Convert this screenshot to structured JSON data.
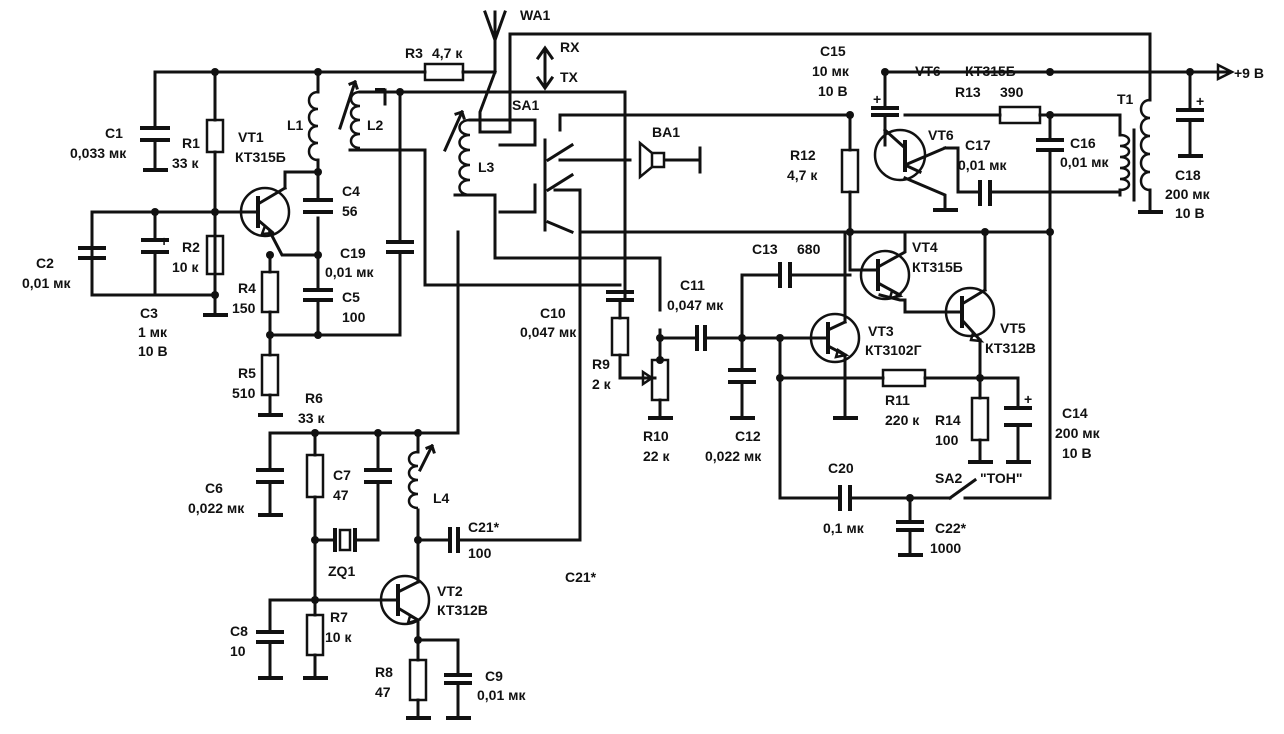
{
  "components": {
    "wa1": "WA1",
    "rx": "RX",
    "tx": "TX",
    "plus9v": "+9 В",
    "r3": "R3",
    "r3v": "4,7 к",
    "c1": "C1",
    "c1v": "0,033 мк",
    "r1": "R1",
    "r1v": "33 к",
    "vt1": "VT1",
    "vt1v": "КТ315Б",
    "l1": "L1",
    "l2": "L2",
    "l3": "L3",
    "c4": "C4",
    "c4v": "56",
    "c2": "C2",
    "c2v": "0,01 мк",
    "r2": "R2",
    "r2v": "10 к",
    "c3": "C3",
    "c3v": "1 мк",
    "c3v2": "10 В",
    "r4": "R4",
    "r4v": "150",
    "c19": "C19",
    "c19v": "0,01 мк",
    "c5": "C5",
    "c5v": "100",
    "r5": "R5",
    "r5v": "510",
    "r6": "R6",
    "r6v": "33 к",
    "c6": "C6",
    "c6v": "0,022 мк",
    "c7": "C7",
    "c7v": "47",
    "l4": "L4",
    "zq1": "ZQ1",
    "c21a": "C21*",
    "c21v": "100",
    "c21b": "C21*",
    "vt2": "VT2",
    "vt2v": "КТ312В",
    "c8": "C8",
    "c8v": "10",
    "r7": "R7",
    "r7v": "10 к",
    "r8": "R8",
    "r8v": "47",
    "c9": "C9",
    "c9v": "0,01 мк",
    "sa1": "SA1",
    "ba1": "BA1",
    "c10": "C10",
    "c10v": "0,047 мк",
    "r9": "R9",
    "r9v": "2 к",
    "r10": "R10",
    "r10v": "22 к",
    "c11": "C11",
    "c11v": "0,047 мк",
    "c12": "C12",
    "c12v": "0,022 мк",
    "c13": "C13",
    "c13v": "680",
    "vt3": "VT3",
    "vt3v": "КТ3102Г",
    "vt4": "VT4",
    "vt4v": "КТ315Б",
    "vt5": "VT5",
    "vt5v": "КТ312В",
    "r11": "R11",
    "r11v": "220 к",
    "r14": "R14",
    "r14v": "100",
    "c14": "C14",
    "c14v": "200 мк",
    "c14v2": "10 В",
    "c20": "C20",
    "c20v": "0,1 мк",
    "sa2": "SA2",
    "ton": "\"ТОН\"",
    "c22": "C22*",
    "c22v": "1000",
    "c15": "C15",
    "c15v": "10 мк",
    "c15v2": "10 В",
    "vt6": "VT6",
    "vt6v": "КТ315Б",
    "vt6b": "VT6",
    "r13": "R13",
    "r13v": "390",
    "r12": "R12",
    "r12v": "4,7 к",
    "c17": "C17",
    "c17v": "0,01 мк",
    "c16": "C16",
    "c16v": "0,01 мк",
    "t1": "T1",
    "c18": "C18",
    "c18v": "200 мк",
    "c18v2": "10 В"
  }
}
